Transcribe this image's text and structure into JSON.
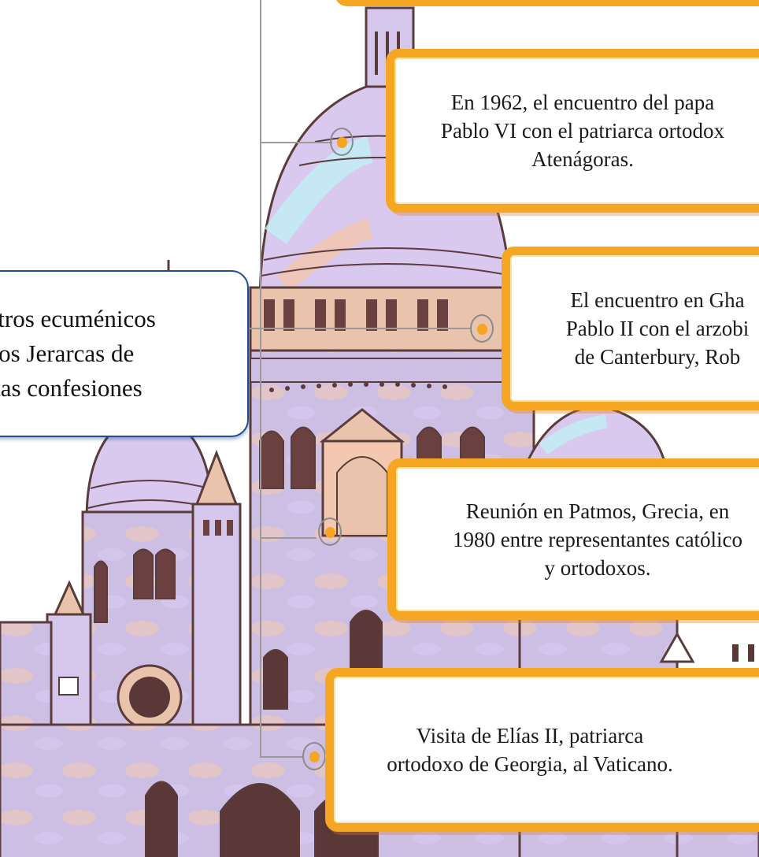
{
  "diagram": {
    "central_topic": "Encuentros ecuménicos entre los Jerarcas de distintas confesiones",
    "central_topic_visible_lines": [
      "entros ecuménicos",
      "e los Jerarcas de",
      "intas confesiones"
    ],
    "events": [
      {
        "id": "pablo-vi",
        "lines": [
          "En 1962, el encuentro del papa",
          "Pablo VI con el patriarca ortodox",
          "Atenágoras."
        ]
      },
      {
        "id": "ghana",
        "lines": [
          "El encuentro en Gha",
          "Pablo II con el arzobi",
          "de Canterbury, Rob"
        ]
      },
      {
        "id": "patmos",
        "lines": [
          "Reunión en Patmos, Grecia, en",
          "1980 entre representantes católico",
          "y ortodoxos."
        ]
      },
      {
        "id": "elias-ii",
        "lines": [
          "Visita de Elías II, patriarca",
          "ortodoxo de Georgia, al Vaticano."
        ]
      }
    ]
  },
  "colors": {
    "event_border": "#f5a623",
    "central_border": "#1d4f91",
    "connector": "#9a9a9a",
    "node_dot": "#f6a521",
    "basilica_fill": "#cdbfe4",
    "basilica_accent": "#f2c9b0",
    "basilica_outline": "#5a3c3c"
  },
  "background": {
    "illustration": "basilica-illustration"
  }
}
